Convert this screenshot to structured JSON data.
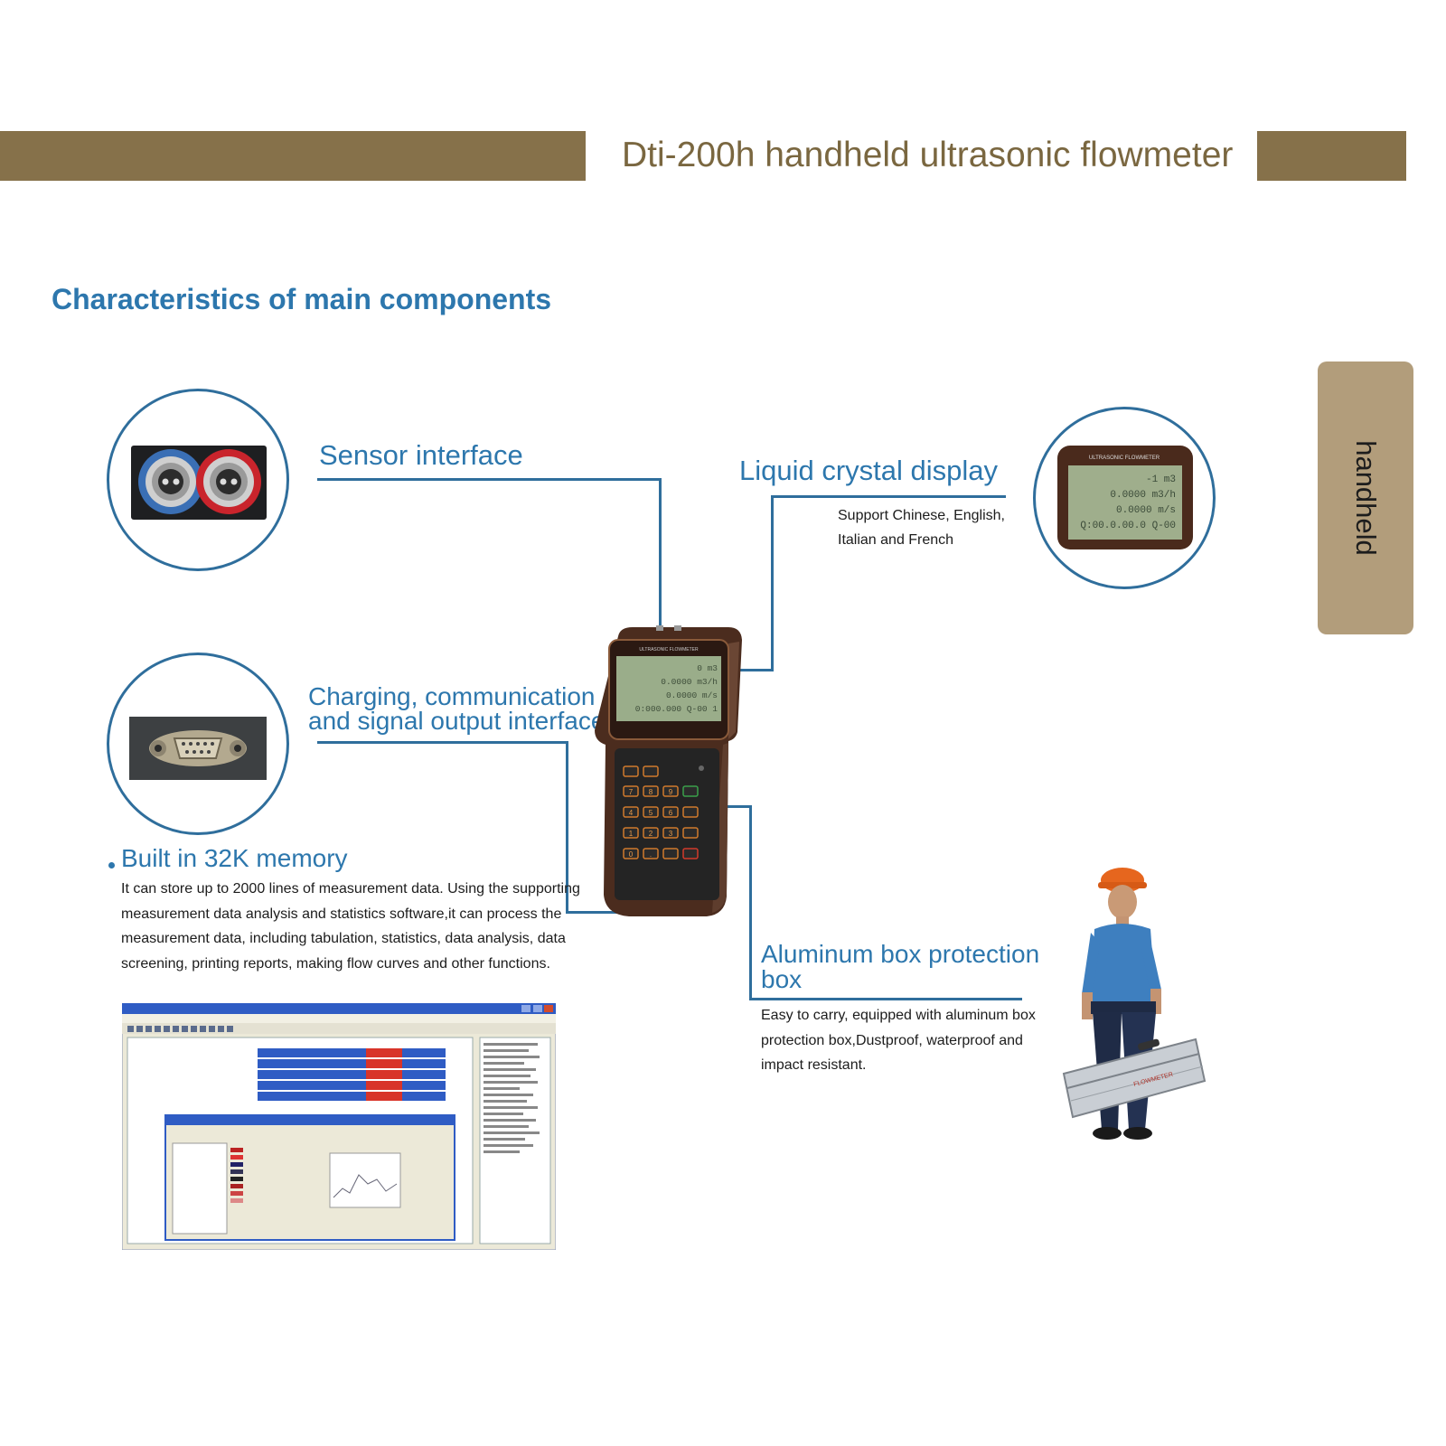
{
  "header": {
    "title": "Dti-200h handheld ultrasonic flowmeter"
  },
  "section": {
    "title": "Characteristics of main components"
  },
  "side_tab": {
    "label": "handheld"
  },
  "features": {
    "sensor_interface": {
      "title": "Sensor interface"
    },
    "lcd": {
      "title": "Liquid crystal display",
      "desc_line1": "Support Chinese, English,",
      "desc_line2": "Italian and French"
    },
    "charging": {
      "title_line1": "Charging, communication",
      "title_line2": "and signal output interface"
    },
    "memory": {
      "title": "Built in 32K memory",
      "desc": "It can store up to 2000 lines of measurement data. Using the supporting measurement data analysis and statistics software,it can process the measurement data, including tabulation, statistics, data analysis, data screening, printing reports, making flow curves and other functions."
    },
    "aluminum_box": {
      "title_line1": "Aluminum box protection",
      "title_line2": "box",
      "desc": "Easy to carry, equipped with aluminum box protection box,Dustproof, waterproof and impact resistant."
    }
  },
  "device": {
    "brand_label": "ULTRASONIC FLOWMETER",
    "lcd_lines": [
      "-1 m3",
      "0.0000 m3/h",
      "0.0000 m/s",
      "Q:00.0.00.0 Q-00"
    ],
    "main_lcd_lines": [
      "0 m3",
      "0.0000 m3/h",
      "0.0000 m/s",
      "0:000.000 Q-00 1"
    ],
    "keys": [
      "7",
      "8",
      "9",
      "4",
      "5",
      "6",
      "1",
      "2",
      "3",
      "0",
      "."
    ]
  },
  "case_label": "FLOWMETER",
  "colors": {
    "band": "#86714a",
    "title_brown": "#7a6740",
    "accent_blue": "#2d77ad",
    "line_blue": "#2f6e9c",
    "side_tab": "#b29d7b"
  }
}
